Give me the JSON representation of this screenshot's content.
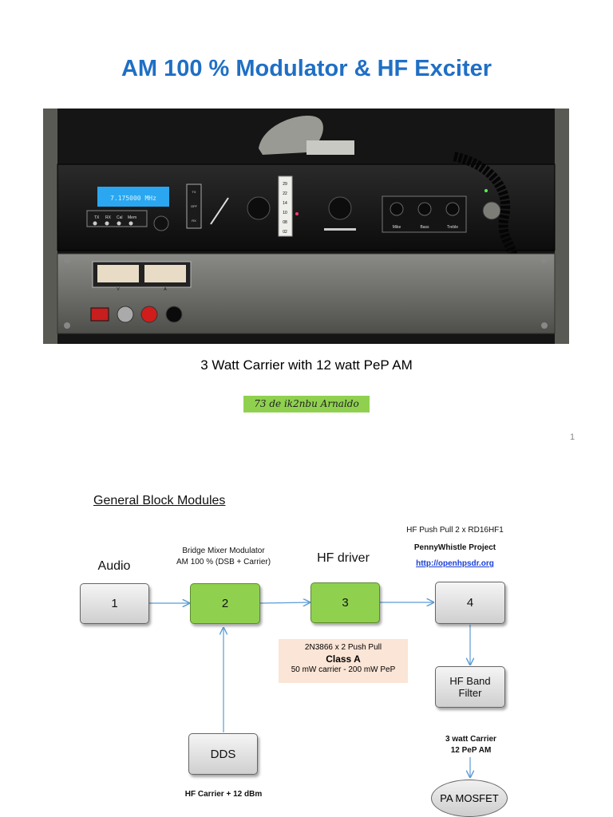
{
  "page1": {
    "title": "AM 100 % Modulator & HF Exciter",
    "photo_texts": {
      "lcd": "7.175000 MHz",
      "buttons": [
        "TX",
        "RX",
        "Cal",
        "Mem"
      ],
      "switches": [
        "TX",
        "OFF",
        "RX"
      ],
      "bands": [
        "29",
        "22",
        "14",
        "10",
        "08",
        "02"
      ],
      "audio_knobs": [
        "Mike",
        "Bass",
        "Treble"
      ],
      "meters": [
        "V",
        "A"
      ]
    },
    "caption": "3 Watt Carrier with 12 watt PeP AM",
    "signature": "73 de ik2nbu Arnaldo",
    "page_number": "1"
  },
  "page2": {
    "heading": "General Block Modules",
    "labels": {
      "audio": "Audio",
      "bridge_line1": "Bridge Mixer Modulator",
      "bridge_line2": "AM 100 % (DSB + Carrier)",
      "hf_driver": "HF driver",
      "pushpull": "HF Push Pull 2 x RD16HF1",
      "pennywhistle": "PennyWhistle Project",
      "link": "http://openhpsdr.org",
      "driver_info1": "2N3866 x 2 Push Pull",
      "driver_info2": "Class A",
      "driver_info3": "50 mW carrier - 200 mW PeP",
      "output1": "3 watt Carrier",
      "output2": "12 PeP  AM",
      "dds_note": "HF Carrier + 12 dBm"
    },
    "blocks": {
      "b1": "1",
      "b2": "2",
      "b3": "3",
      "b4": "4",
      "filter": "HF Band Filter",
      "dds": "DDS",
      "pa": "PA MOSFET"
    }
  }
}
